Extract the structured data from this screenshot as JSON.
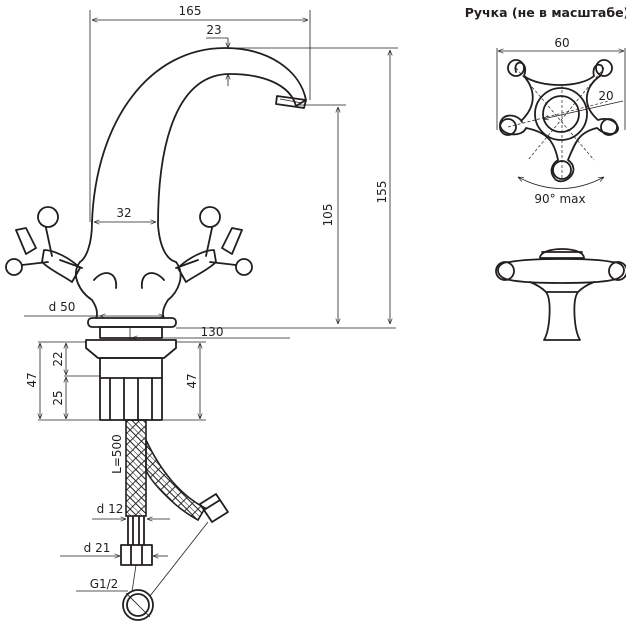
{
  "title": "Ручка (не в масштабе)",
  "dimensions": {
    "width_total": "165",
    "spout_thickness": "23",
    "height_total": "155",
    "spout_height": "105",
    "body_width": "32",
    "base_diameter": "d 50",
    "reach": "130",
    "shank_total_left": "47",
    "shank_upper": "22",
    "shank_lower": "25",
    "shank_total_right": "47",
    "hose_length": "L=500",
    "hose_diameter": "d 12",
    "nut_diameter": "d 21",
    "thread": "G1/2"
  },
  "handle_detail": {
    "width": "60",
    "inner_diameter": "20",
    "rotation": "90° max"
  }
}
